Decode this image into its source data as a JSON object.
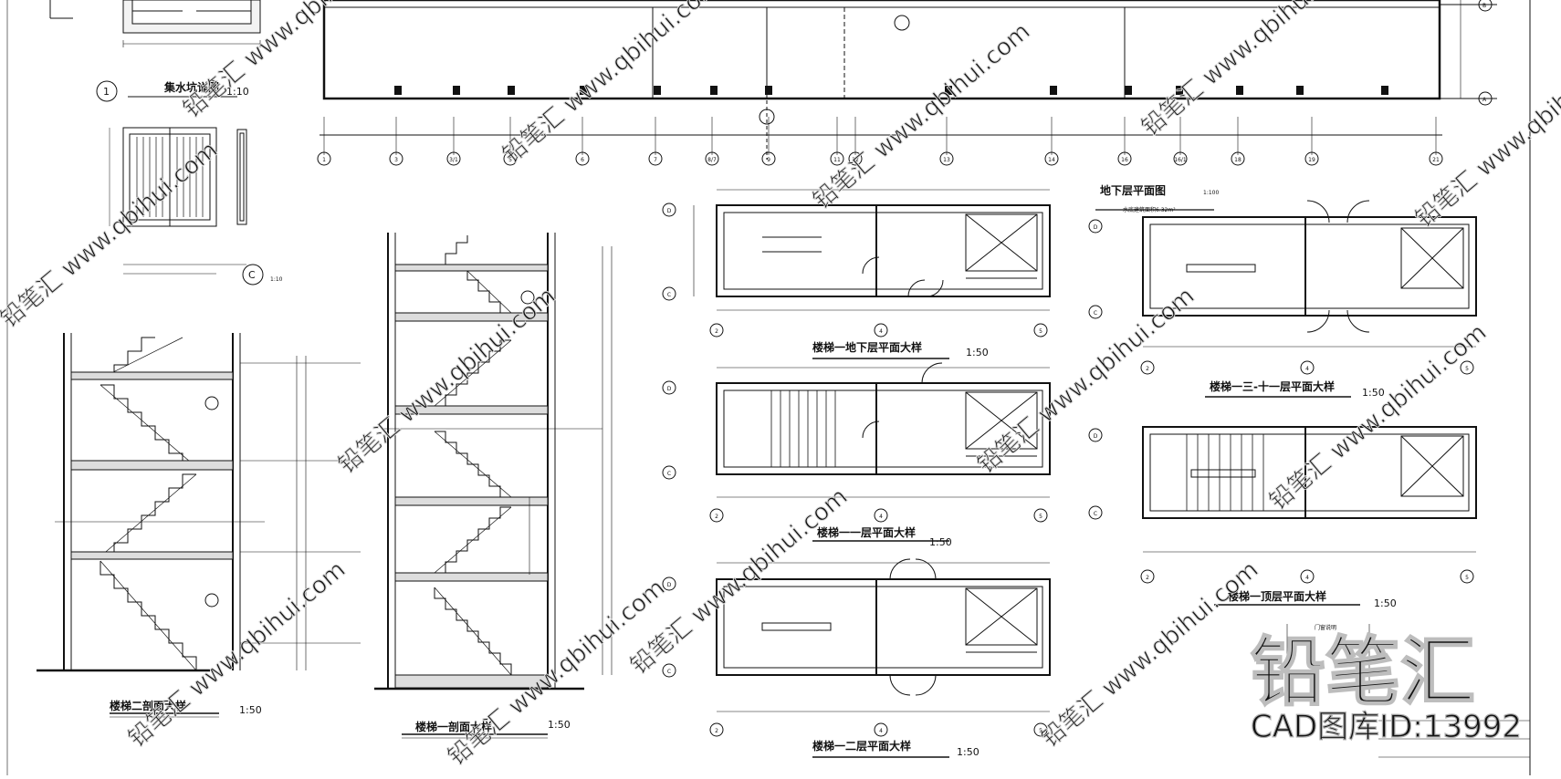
{
  "drawing": {
    "sump_title": "集水坑详图",
    "sump_scale": "1:10",
    "sump_section_num": "1",
    "detail_c_tag": "C",
    "detail_c_scale": "1:10",
    "stair2_section_title": "楼梯二剖面大样",
    "stair2_section_scale": "1:50",
    "stair1_section_title": "楼梯一剖面大样",
    "stair1_section_scale": "1:50",
    "plan_basement_title": "楼梯一地下层平面大样",
    "plan_basement_scale": "1:50",
    "plan_floor1_title": "楼梯一一层平面大样",
    "plan_floor1_scale": "1:50",
    "plan_floor2_title": "楼梯一二层平面大样",
    "plan_floor2_scale": "1:50",
    "plan_b1_title": "地下层平面图",
    "plan_b1_scale": "1:100",
    "plan_b1_area": "水底建筑面积6.32m²",
    "plan_3to11_title": "楼梯一三-十一层平面大样",
    "plan_3to11_scale": "1:50",
    "plan_roof_title": "楼梯一顶层平面大样",
    "plan_roof_scale": "1:50",
    "legend_title": "门窗说明",
    "axis_labels_top": [
      "1",
      "3",
      "3/1",
      "5",
      "6",
      "7",
      "8/7",
      "9",
      "11",
      "12",
      "13",
      "14",
      "16",
      "16/1",
      "18",
      "19",
      "21"
    ],
    "row_labels_top": [
      "B",
      "A"
    ],
    "plan_axes_lower": [
      "2",
      "4",
      "5"
    ],
    "plan_rows": [
      "D",
      "C"
    ],
    "watermark_brand": "铅笔汇",
    "watermark_url": "www.qbihui.com",
    "watermark_id": "CAD图库ID:13992"
  }
}
